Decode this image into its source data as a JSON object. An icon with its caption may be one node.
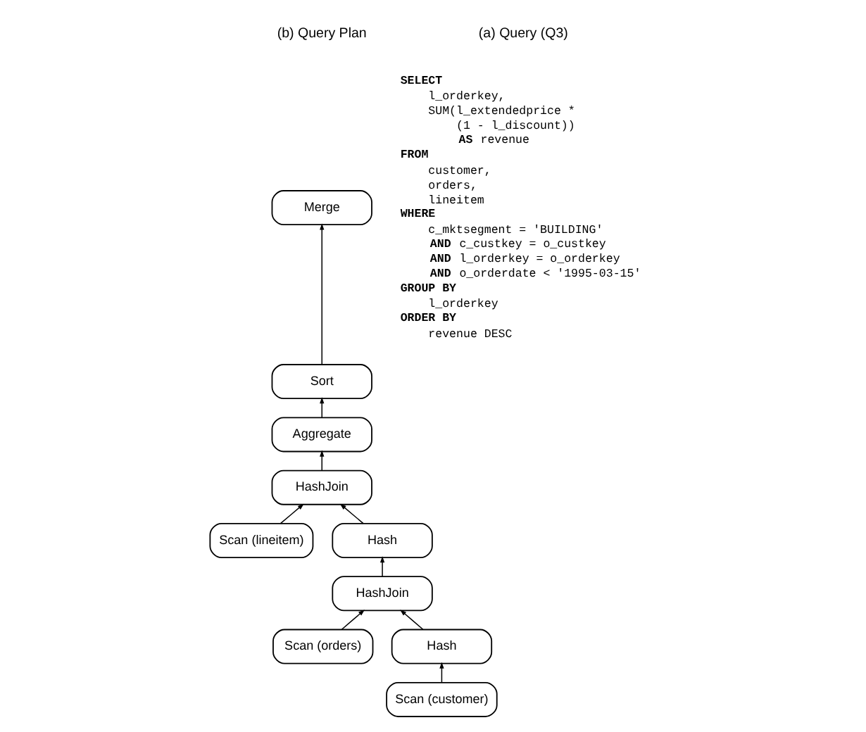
{
  "diagram": {
    "nodes": [
      {
        "text": [
          "Merge"
        ]
      },
      {
        "text": [
          "Sort"
        ]
      },
      {
        "text": [
          "Aggregate"
        ]
      },
      {
        "text": [
          "HashJoin"
        ]
      },
      {
        "text": [
          "Scan (lineitem)"
        ]
      },
      {
        "text": [
          "Hash"
        ]
      },
      {
        "text": [
          "HashJoin"
        ]
      },
      {
        "text": [
          "Scan (orders)"
        ]
      },
      {
        "text": [
          "Hash"
        ]
      },
      {
        "text": [
          "Scan (customer)"
        ]
      }
    ],
    "edges": [
      {
        "from": 1,
        "to": 0,
        "arrow": "to"
      },
      {
        "from": 2,
        "to": 1,
        "arrow": "to"
      },
      {
        "from": 3,
        "to": 2,
        "arrow": "to"
      },
      {
        "from": 4,
        "to": 3,
        "arrow": "to"
      },
      {
        "from": 5,
        "to": 3,
        "arrow": "to"
      },
      {
        "from": 6,
        "to": 5,
        "arrow": "to"
      },
      {
        "from": 7,
        "to": 6,
        "arrow": "to"
      },
      {
        "from": 8,
        "to": 6,
        "arrow": "to"
      },
      {
        "from": 9,
        "to": 8,
        "arrow": "to"
      }
    ],
    "labels": [
      "(a) Query (Q3)",
      "(b) Query Plan",
      "SELECT",
      "l_orderkey,",
      "SUM(l_extendedprice *",
      "(1 - l_discount))",
      "**AS** revenue",
      "FROM",
      "customer,",
      "orders,",
      "lineitem",
      "WHERE",
      "c_mktsegment = 'BUILDING'",
      "**AND** c_custkey = o_custkey",
      "**AND** l_orderkey = o_orderkey",
      "**AND** o_orderdate < '1995-03-15'",
      "GROUP BY",
      "l_orderkey",
      "ORDER BY",
      "revenue DESC"
    ]
  }
}
